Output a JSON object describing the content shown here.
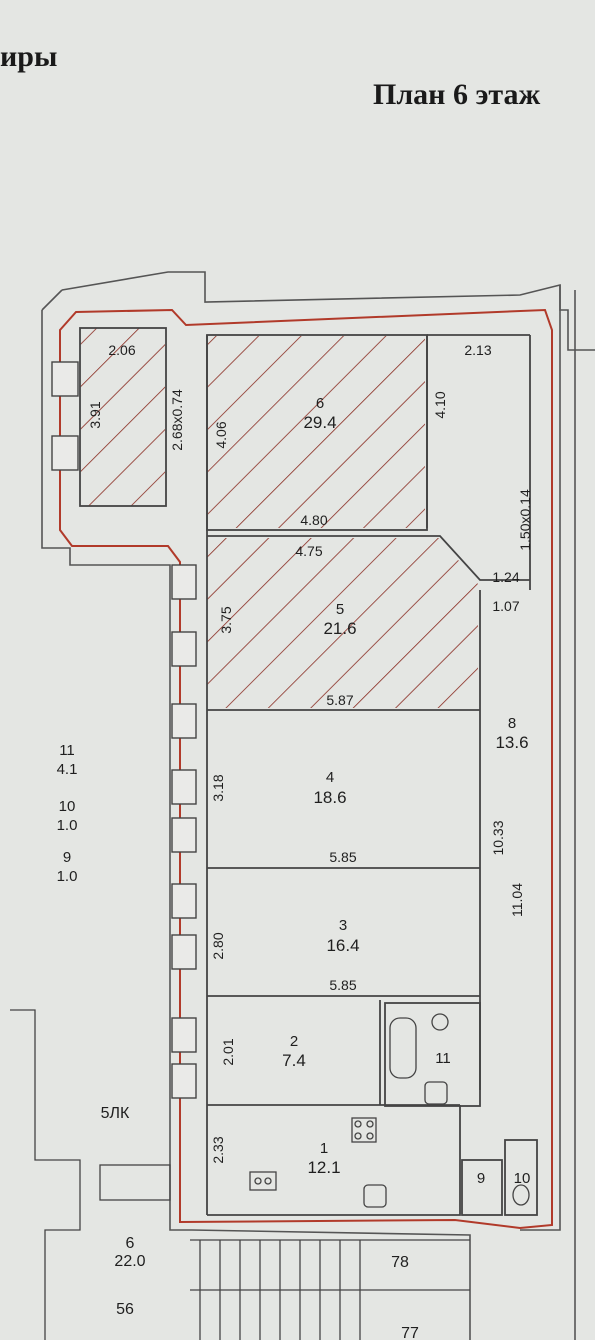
{
  "header": {
    "left_title": "иры",
    "right_title": "План 6 этаж"
  },
  "rooms": [
    {
      "id": "6",
      "area": "29.4"
    },
    {
      "id": "5",
      "area": "21.6"
    },
    {
      "id": "4",
      "area": "18.6"
    },
    {
      "id": "3",
      "area": "16.4"
    },
    {
      "id": "2",
      "area": "7.4"
    },
    {
      "id": "1",
      "area": "12.1"
    },
    {
      "id": "8",
      "area": "13.6"
    },
    {
      "id": "11",
      "area": ""
    },
    {
      "id": "9",
      "area": ""
    },
    {
      "id": "10",
      "area": ""
    }
  ],
  "dimensions": {
    "d_206": "2.06",
    "d_391": "3.91",
    "d_268x074": "2.68x0.74",
    "d_406": "4.06",
    "d_410": "4.10",
    "d_213": "2.13",
    "d_480": "4.80",
    "d_475": "4.75",
    "d_150x014": "1.50x0.14",
    "d_124": "1.24",
    "d_107": "1.07",
    "d_375": "3.75",
    "d_587": "5.87",
    "d_318": "3.18",
    "d_585a": "5.85",
    "d_1033": "10.33",
    "d_1104": "11.04",
    "d_280": "2.80",
    "d_585b": "5.85",
    "d_201": "2.01",
    "d_233": "2.33"
  },
  "left_list": [
    {
      "id": "11",
      "area": "4.1"
    },
    {
      "id": "10",
      "area": "1.0"
    },
    {
      "id": "9",
      "area": "1.0"
    }
  ],
  "stair": {
    "label": "5ЛК",
    "room_id": "6",
    "room_area": "22.0",
    "n56": "56",
    "n78": "78",
    "n77": "77"
  },
  "colors": {
    "wall": "#555555",
    "red_outline": "#b13a2a",
    "hatch": "#8a2c22"
  }
}
